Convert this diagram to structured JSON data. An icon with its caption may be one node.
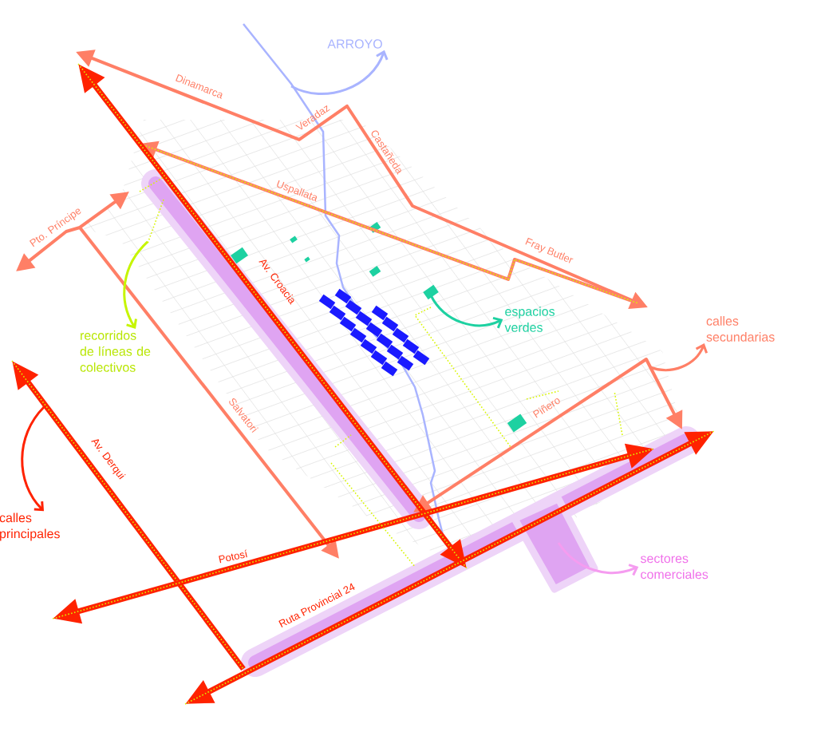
{
  "diagram": {
    "nodes": [
      {
        "text": [
          "ARROYO"
        ]
      },
      {
        "text": [
          "recorridos de líneas de colectivos"
        ]
      },
      {
        "text": [
          "espacios verdes"
        ]
      },
      {
        "text": [
          "calles secundarias"
        ]
      },
      {
        "text": [
          "calles principales"
        ]
      },
      {
        "text": [
          "sectores comerciales"
        ]
      }
    ],
    "edges": [
      {
        "from": null,
        "to": 0,
        "arrow": "to",
        "color": "#a9b4ff"
      },
      {
        "from": null,
        "to": 1,
        "arrow": "to",
        "color": "#c6f500"
      },
      {
        "from": null,
        "to": 2,
        "arrow": "to",
        "color": "#1dd1a1"
      },
      {
        "from": null,
        "to": 3,
        "arrow": "to",
        "color": "#ff7f66"
      },
      {
        "from": null,
        "to": 4,
        "arrow": "to",
        "color": "#ff2200"
      },
      {
        "from": null,
        "to": 5,
        "arrow": "to",
        "color": "#f59cf0"
      }
    ],
    "labels": [
      "Dinamarca",
      "Veradaz",
      "Castañeda",
      "Uspallata",
      "Pto. Príncipe",
      "Fray Butler",
      "Av. Croacia",
      "Piñero",
      "Salvatori",
      "Av. Derqui",
      "Potosí",
      "Ruta Provincial 24"
    ]
  }
}
